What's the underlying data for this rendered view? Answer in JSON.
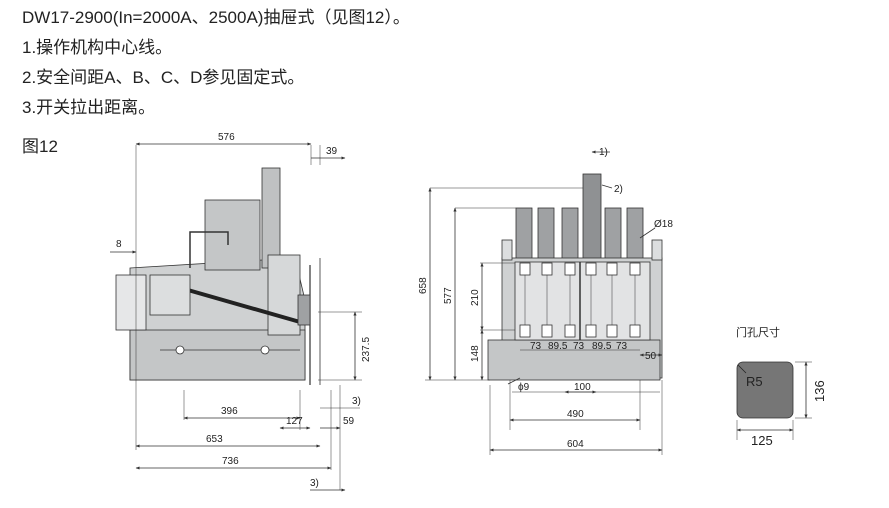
{
  "header": {
    "title": "DW17-2900(In=2000A、2500A)抽屉式（见图12）。",
    "notes": [
      "1.操作机构中心线。",
      "2.安全间距A、B、C、D参见固定式。",
      "3.开关拉出距离。"
    ]
  },
  "figure_label": "图12",
  "side_view": {
    "dims": {
      "top": "576",
      "top_right": "39",
      "left": "8",
      "right_height": "237.5",
      "d396": "396",
      "d127": "127",
      "d653": "653",
      "d59": "59",
      "d736": "736",
      "note3_mid": "3)",
      "note3_bottom": "3)"
    }
  },
  "front_view": {
    "dims": {
      "note1": "1)",
      "note2": "2)",
      "hole_dia": "Ø18",
      "height658": "658",
      "height577": "577",
      "height210": "210",
      "height148": "148",
      "p73a": "73",
      "p895a": "89.5",
      "p73b": "73",
      "p895b": "89.5",
      "p73c": "73",
      "d50": "50",
      "phi9": "ϕ9",
      "d100": "100",
      "d490": "490",
      "d604": "604"
    }
  },
  "door_cutout": {
    "title": "门孔尺寸",
    "radius": "R5",
    "height": "136",
    "width": "125",
    "fill_color": "#767676"
  },
  "colors": {
    "body_fill": "#cfd1d2",
    "dark_fill": "#9fa1a3",
    "line": "#333333"
  }
}
